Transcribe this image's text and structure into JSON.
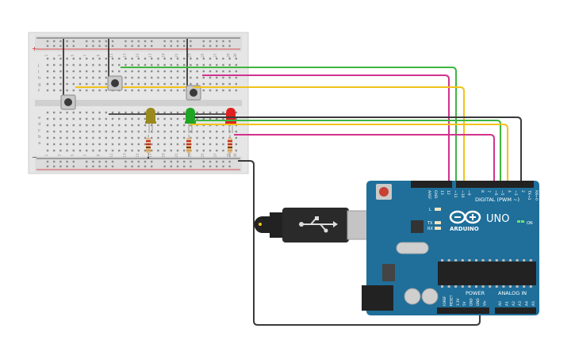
{
  "breadboard": {
    "rail_plus": "+",
    "rail_minus": "−",
    "row_labels_top": [
      "j",
      "i",
      "h",
      "g",
      "f"
    ],
    "row_labels_bottom": [
      "e",
      "d",
      "c",
      "b",
      "a"
    ],
    "column_numbers": [
      "1",
      "2",
      "3",
      "4",
      "5",
      "6",
      "7",
      "8",
      "9",
      "10",
      "11",
      "12",
      "13",
      "14",
      "15",
      "16",
      "17",
      "18",
      "19",
      "20",
      "21",
      "22",
      "23",
      "24",
      "25",
      "26",
      "27",
      "28",
      "29",
      "30"
    ]
  },
  "leds": [
    {
      "name": "yellow-led",
      "color": "#9a8a1e"
    },
    {
      "name": "green-led",
      "color": "#1fa523"
    },
    {
      "name": "red-led",
      "color": "#e02020"
    }
  ],
  "wire_colors": {
    "green": "#3fb63f",
    "magenta": "#d2328c",
    "yellow": "#f2c21a",
    "black": "#3a3a3a"
  },
  "arduino": {
    "board_color": "#1f6f9a",
    "logo": "ARDUINO",
    "model": "UNO",
    "digital_label": "DIGITAL (PWM ~)",
    "power_label": "POWER",
    "analog_label": "ANALOG IN",
    "on_label": "ON",
    "tx": "TX",
    "rx": "RX",
    "l": "L",
    "aref": "AREF",
    "gnd": "GND",
    "digital_pins": [
      "13",
      "12",
      "~11",
      "~10",
      "~9",
      "8",
      "7",
      "~6",
      "~5",
      "4",
      "~3",
      "2",
      "TX→1",
      "RX←0"
    ],
    "power_pins": [
      "IOREF",
      "RESET",
      "3.3V",
      "5V",
      "GND",
      "GND",
      "Vin"
    ],
    "analog_pins": [
      "A0",
      "A1",
      "A2",
      "A3",
      "A4",
      "A5"
    ]
  }
}
